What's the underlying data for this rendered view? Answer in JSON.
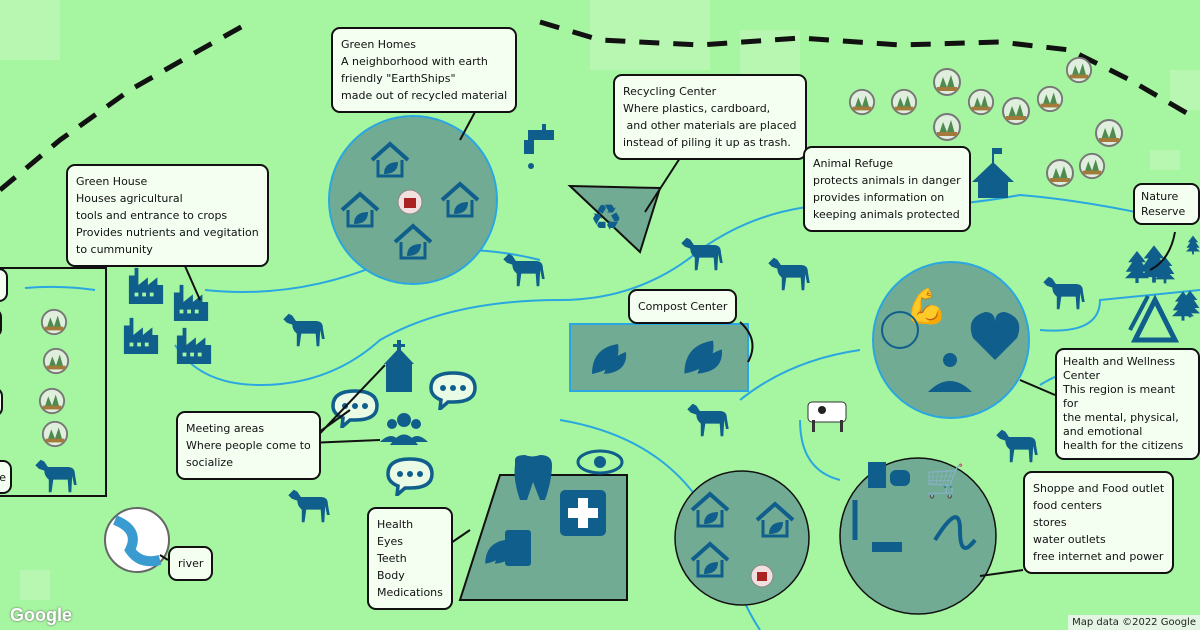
{
  "callouts": {
    "green_homes": {
      "title": "Green Homes",
      "lines": [
        "A neighborhood with earth",
        "friendly \"EarthShips\"",
        "made out of recycled material"
      ]
    },
    "recycling": {
      "title": "Recycling Center",
      "lines": [
        "Where plastics, cardboard,",
        " and other materials are placed",
        "instead of piling it up as trash."
      ]
    },
    "green_house": {
      "title": "Green House",
      "lines": [
        "Houses agricultural",
        "tools and entrance to crops",
        "Provides nutrients and vegitation",
        "to cummunity"
      ]
    },
    "animal_refuge": {
      "title": "Animal Refuge",
      "lines": [
        "protects animals in danger",
        "provides information on",
        "keeping animals protected"
      ]
    },
    "nature_reserve": {
      "title": "Nature Reserve"
    },
    "compost": {
      "title": "Compost Center"
    },
    "health_wellness": {
      "title": "Health and Wellness Center",
      "lines": [
        "This region is meant for",
        "the mental, physical, and emotional",
        "health for the citizens"
      ]
    },
    "meeting": {
      "title": "Meeting areas",
      "lines": [
        "Where people come to",
        "socialize"
      ]
    },
    "health": {
      "title": "Health",
      "lines": [
        "Eyes",
        "Teeth",
        "Body",
        "Medications"
      ]
    },
    "shoppe": {
      "title": "Shoppe and Food outlet",
      "lines": [
        "food centers",
        "stores",
        "water outlets",
        "free internet and power"
      ]
    },
    "river": {
      "title": "river"
    },
    "legend_partial": {
      "title": "e"
    }
  },
  "footer": {
    "logo": "Google",
    "attribution": "Map data ©2022 Google"
  },
  "colors": {
    "land": "#a6f5a0",
    "icon": "#0f5e8c",
    "region": "#72ab93",
    "river": "#2aa7e0",
    "path": "#111111"
  }
}
